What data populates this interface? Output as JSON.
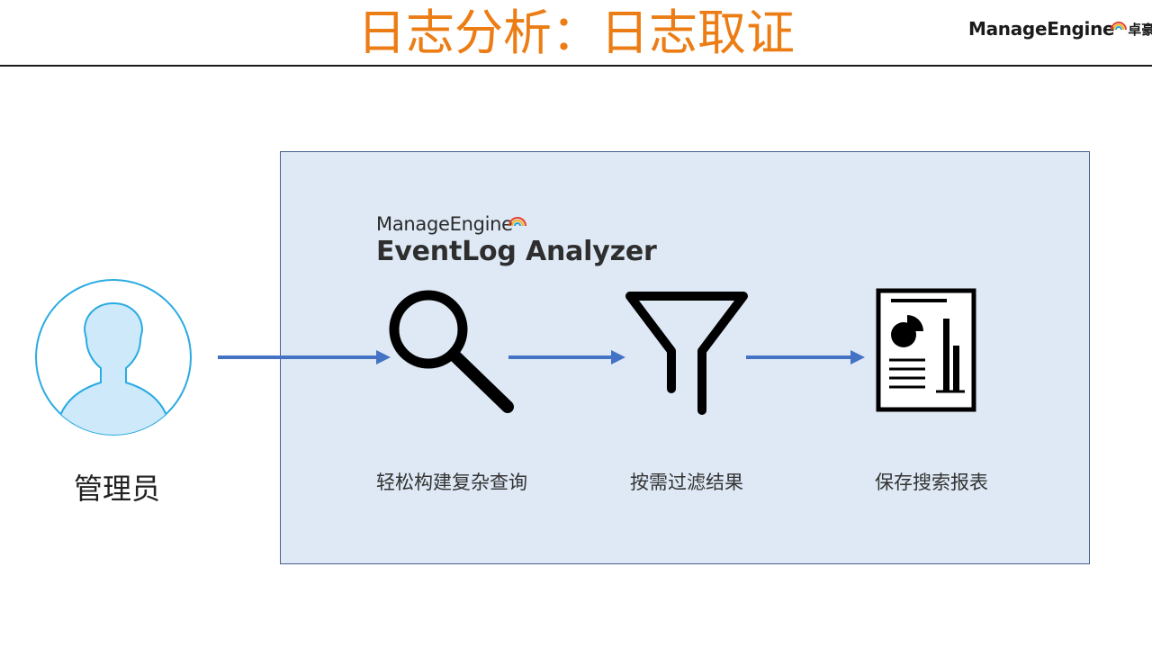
{
  "header": {
    "title": "日志分析：日志取证",
    "brand_name": "ManageEngine",
    "brand_cn": "卓豪"
  },
  "product": {
    "brand": "ManageEngine",
    "name": "EventLog Analyzer"
  },
  "actor": {
    "label": "管理员",
    "icon": "user-avatar-icon"
  },
  "steps": [
    {
      "label": "轻松构建复杂查询",
      "icon": "magnifier-icon"
    },
    {
      "label": "按需过滤结果",
      "icon": "funnel-filter-icon"
    },
    {
      "label": "保存搜索报表",
      "icon": "report-document-icon"
    }
  ],
  "colors": {
    "title": "#ec7d15",
    "panel_bg": "#dee9f5",
    "panel_border": "#4a6190",
    "arrow": "#4472c4",
    "avatar_stroke": "#29abe2",
    "avatar_fill": "#cde9fa"
  }
}
